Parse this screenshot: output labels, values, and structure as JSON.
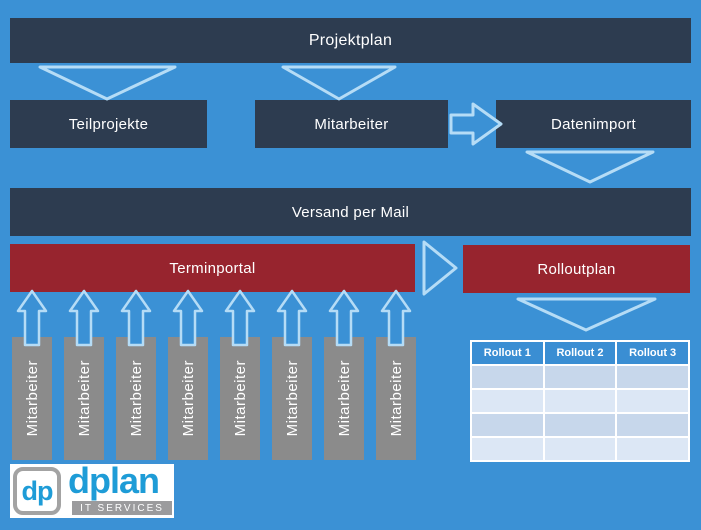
{
  "diagram": {
    "nodes": {
      "projektplan": "Projektplan",
      "teilprojekte": "Teilprojekte",
      "mitarbeiter": "Mitarbeiter",
      "datenimport": "Datenimport",
      "versand_per_mail": "Versand per Mail",
      "terminportal": "Terminportal",
      "rolloutplan": "Rolloutplan"
    },
    "portal_inputs": [
      "Mitarbeiter",
      "Mitarbeiter",
      "Mitarbeiter",
      "Mitarbeiter",
      "Mitarbeiter",
      "Mitarbeiter",
      "Mitarbeiter",
      "Mitarbeiter"
    ],
    "rollout_table": {
      "headers": [
        "Rollout 1",
        "Rollout 2",
        "Rollout 3"
      ],
      "rows": [
        [
          "",
          "",
          ""
        ],
        [
          "",
          "",
          ""
        ],
        [
          "",
          "",
          ""
        ],
        [
          "",
          "",
          ""
        ]
      ]
    },
    "icons": {
      "flow_arrows": [
        "chevron-down-icon",
        "chevron-down-icon",
        "arrow-right-icon",
        "chevron-down-icon",
        "triangle-right-icon",
        "chevron-down-icon",
        "arrow-up-icon"
      ]
    }
  },
  "logo": {
    "monogram": "dp",
    "name": "dplan",
    "tagline": "IT SERVICES"
  },
  "colors": {
    "background": "#3b91d5",
    "node_navy": "#2d3c50",
    "node_red": "#97242e",
    "arrow_outline": "#b5dcf6",
    "gray_column": "#8b8b8b",
    "table_header": "#3a8ed3",
    "table_row_dark": "#c7d7eb",
    "table_row_light": "#dce7f5",
    "logo_blue": "#1e9cd7",
    "logo_gray": "#9b9b9d"
  }
}
